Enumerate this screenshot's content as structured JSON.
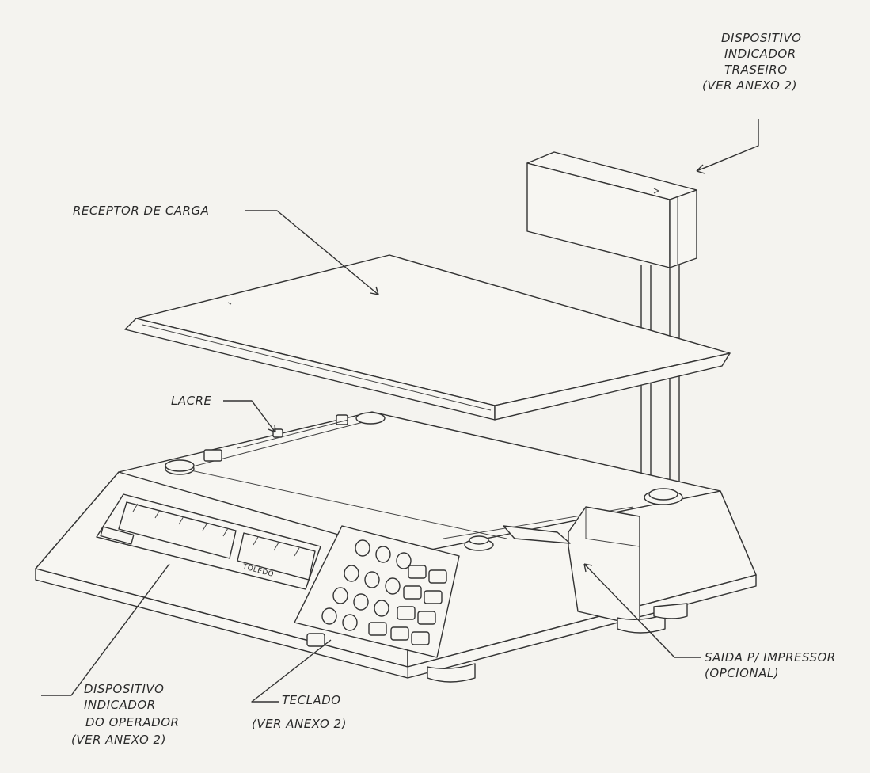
{
  "labels": {
    "rear_display": [
      "DISPOSITIVO",
      "INDICADOR",
      "TRASEIRO",
      "(VER ANEXO 2)"
    ],
    "load_receptor": "RECEPTOR DE CARGA",
    "seal": "LACRE",
    "printer_output": [
      "SAIDA P/ IMPRESSOR",
      "(OPCIONAL)"
    ],
    "operator_display": [
      "DISPOSITIVO",
      "INDICADOR",
      "DO OPERADOR",
      "(VER ANEXO 2)"
    ],
    "keyboard": [
      "TECLADO",
      "(VER ANEXO 2)"
    ]
  },
  "panel_text": {
    "brand": "TOLEDO"
  }
}
